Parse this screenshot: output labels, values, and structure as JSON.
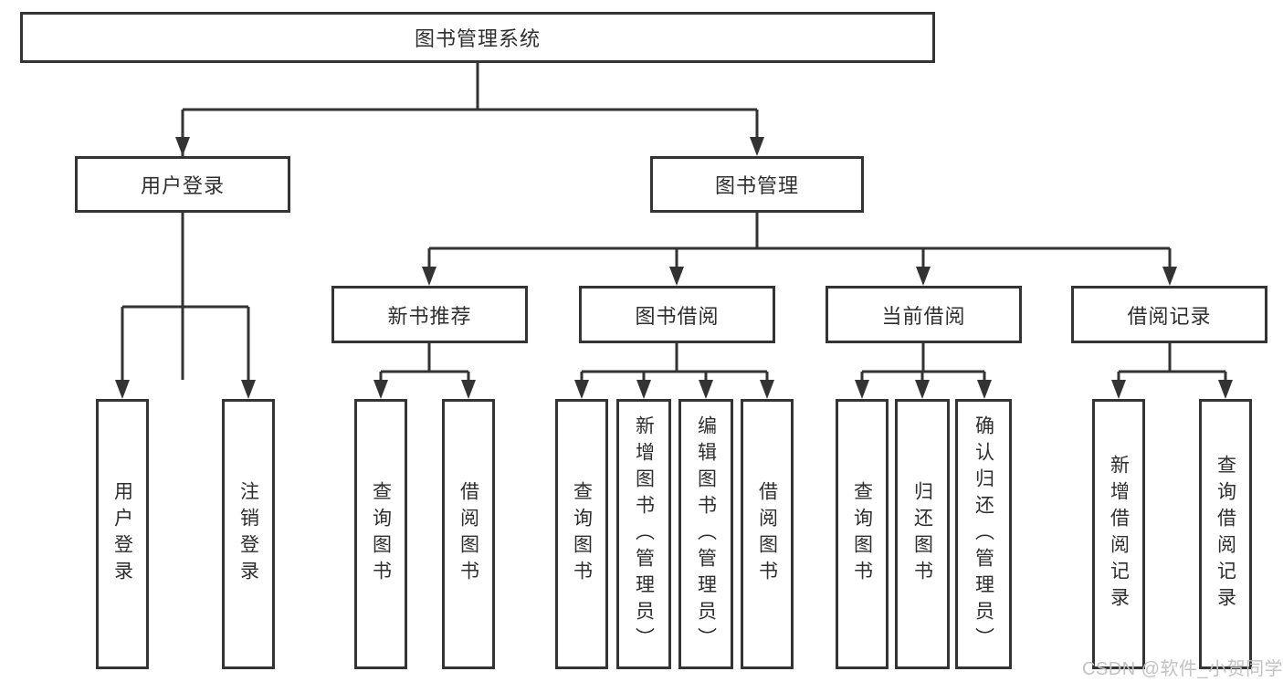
{
  "diagram_title": "图书管理系统",
  "nodes": {
    "root": {
      "label": "图书管理系统"
    },
    "user_login": {
      "label": "用户登录"
    },
    "book_management": {
      "label": "图书管理"
    },
    "new_book_recommend": {
      "label": "新书推荐"
    },
    "book_borrow": {
      "label": "图书借阅"
    },
    "current_borrow": {
      "label": "当前借阅"
    },
    "borrow_record": {
      "label": "借阅记录"
    },
    "leaf_user_login": {
      "label": "用户登录"
    },
    "leaf_logout": {
      "label": "注销登录"
    },
    "leaf_recommend_query_book": {
      "label": "查询图书"
    },
    "leaf_recommend_borrow_book": {
      "label": "借阅图书"
    },
    "leaf_borrow_query_book": {
      "label": "查询图书"
    },
    "leaf_borrow_add_book": {
      "label": "新增图书（管理员）"
    },
    "leaf_borrow_edit_book": {
      "label": "编辑图书（管理员）"
    },
    "leaf_borrow_borrow_book": {
      "label": "借阅图书"
    },
    "leaf_current_query_book": {
      "label": "查询图书"
    },
    "leaf_current_return_book": {
      "label": "归还图书"
    },
    "leaf_current_confirm_return": {
      "label": "确认归还（管理员）"
    },
    "leaf_record_add": {
      "label": "新增借阅记录"
    },
    "leaf_record_query": {
      "label": "查询借阅记录"
    }
  },
  "edges": [
    [
      "root",
      "user_login"
    ],
    [
      "root",
      "book_management"
    ],
    [
      "user_login",
      "leaf_user_login"
    ],
    [
      "user_login",
      "leaf_logout"
    ],
    [
      "book_management",
      "new_book_recommend"
    ],
    [
      "book_management",
      "book_borrow"
    ],
    [
      "book_management",
      "current_borrow"
    ],
    [
      "book_management",
      "borrow_record"
    ],
    [
      "new_book_recommend",
      "leaf_recommend_query_book"
    ],
    [
      "new_book_recommend",
      "leaf_recommend_borrow_book"
    ],
    [
      "book_borrow",
      "leaf_borrow_query_book"
    ],
    [
      "book_borrow",
      "leaf_borrow_add_book"
    ],
    [
      "book_borrow",
      "leaf_borrow_edit_book"
    ],
    [
      "book_borrow",
      "leaf_borrow_borrow_book"
    ],
    [
      "current_borrow",
      "leaf_current_query_book"
    ],
    [
      "current_borrow",
      "leaf_current_return_book"
    ],
    [
      "current_borrow",
      "leaf_current_confirm_return"
    ],
    [
      "borrow_record",
      "leaf_record_add"
    ],
    [
      "borrow_record",
      "leaf_record_query"
    ]
  ],
  "watermark": {
    "text": "CSDN @软件_小贺同学",
    "color": "#c2c2c2"
  },
  "colors": {
    "line": "#333333",
    "box_border": "#343434",
    "text": "#2e2e2e",
    "background": "#ffffff"
  }
}
